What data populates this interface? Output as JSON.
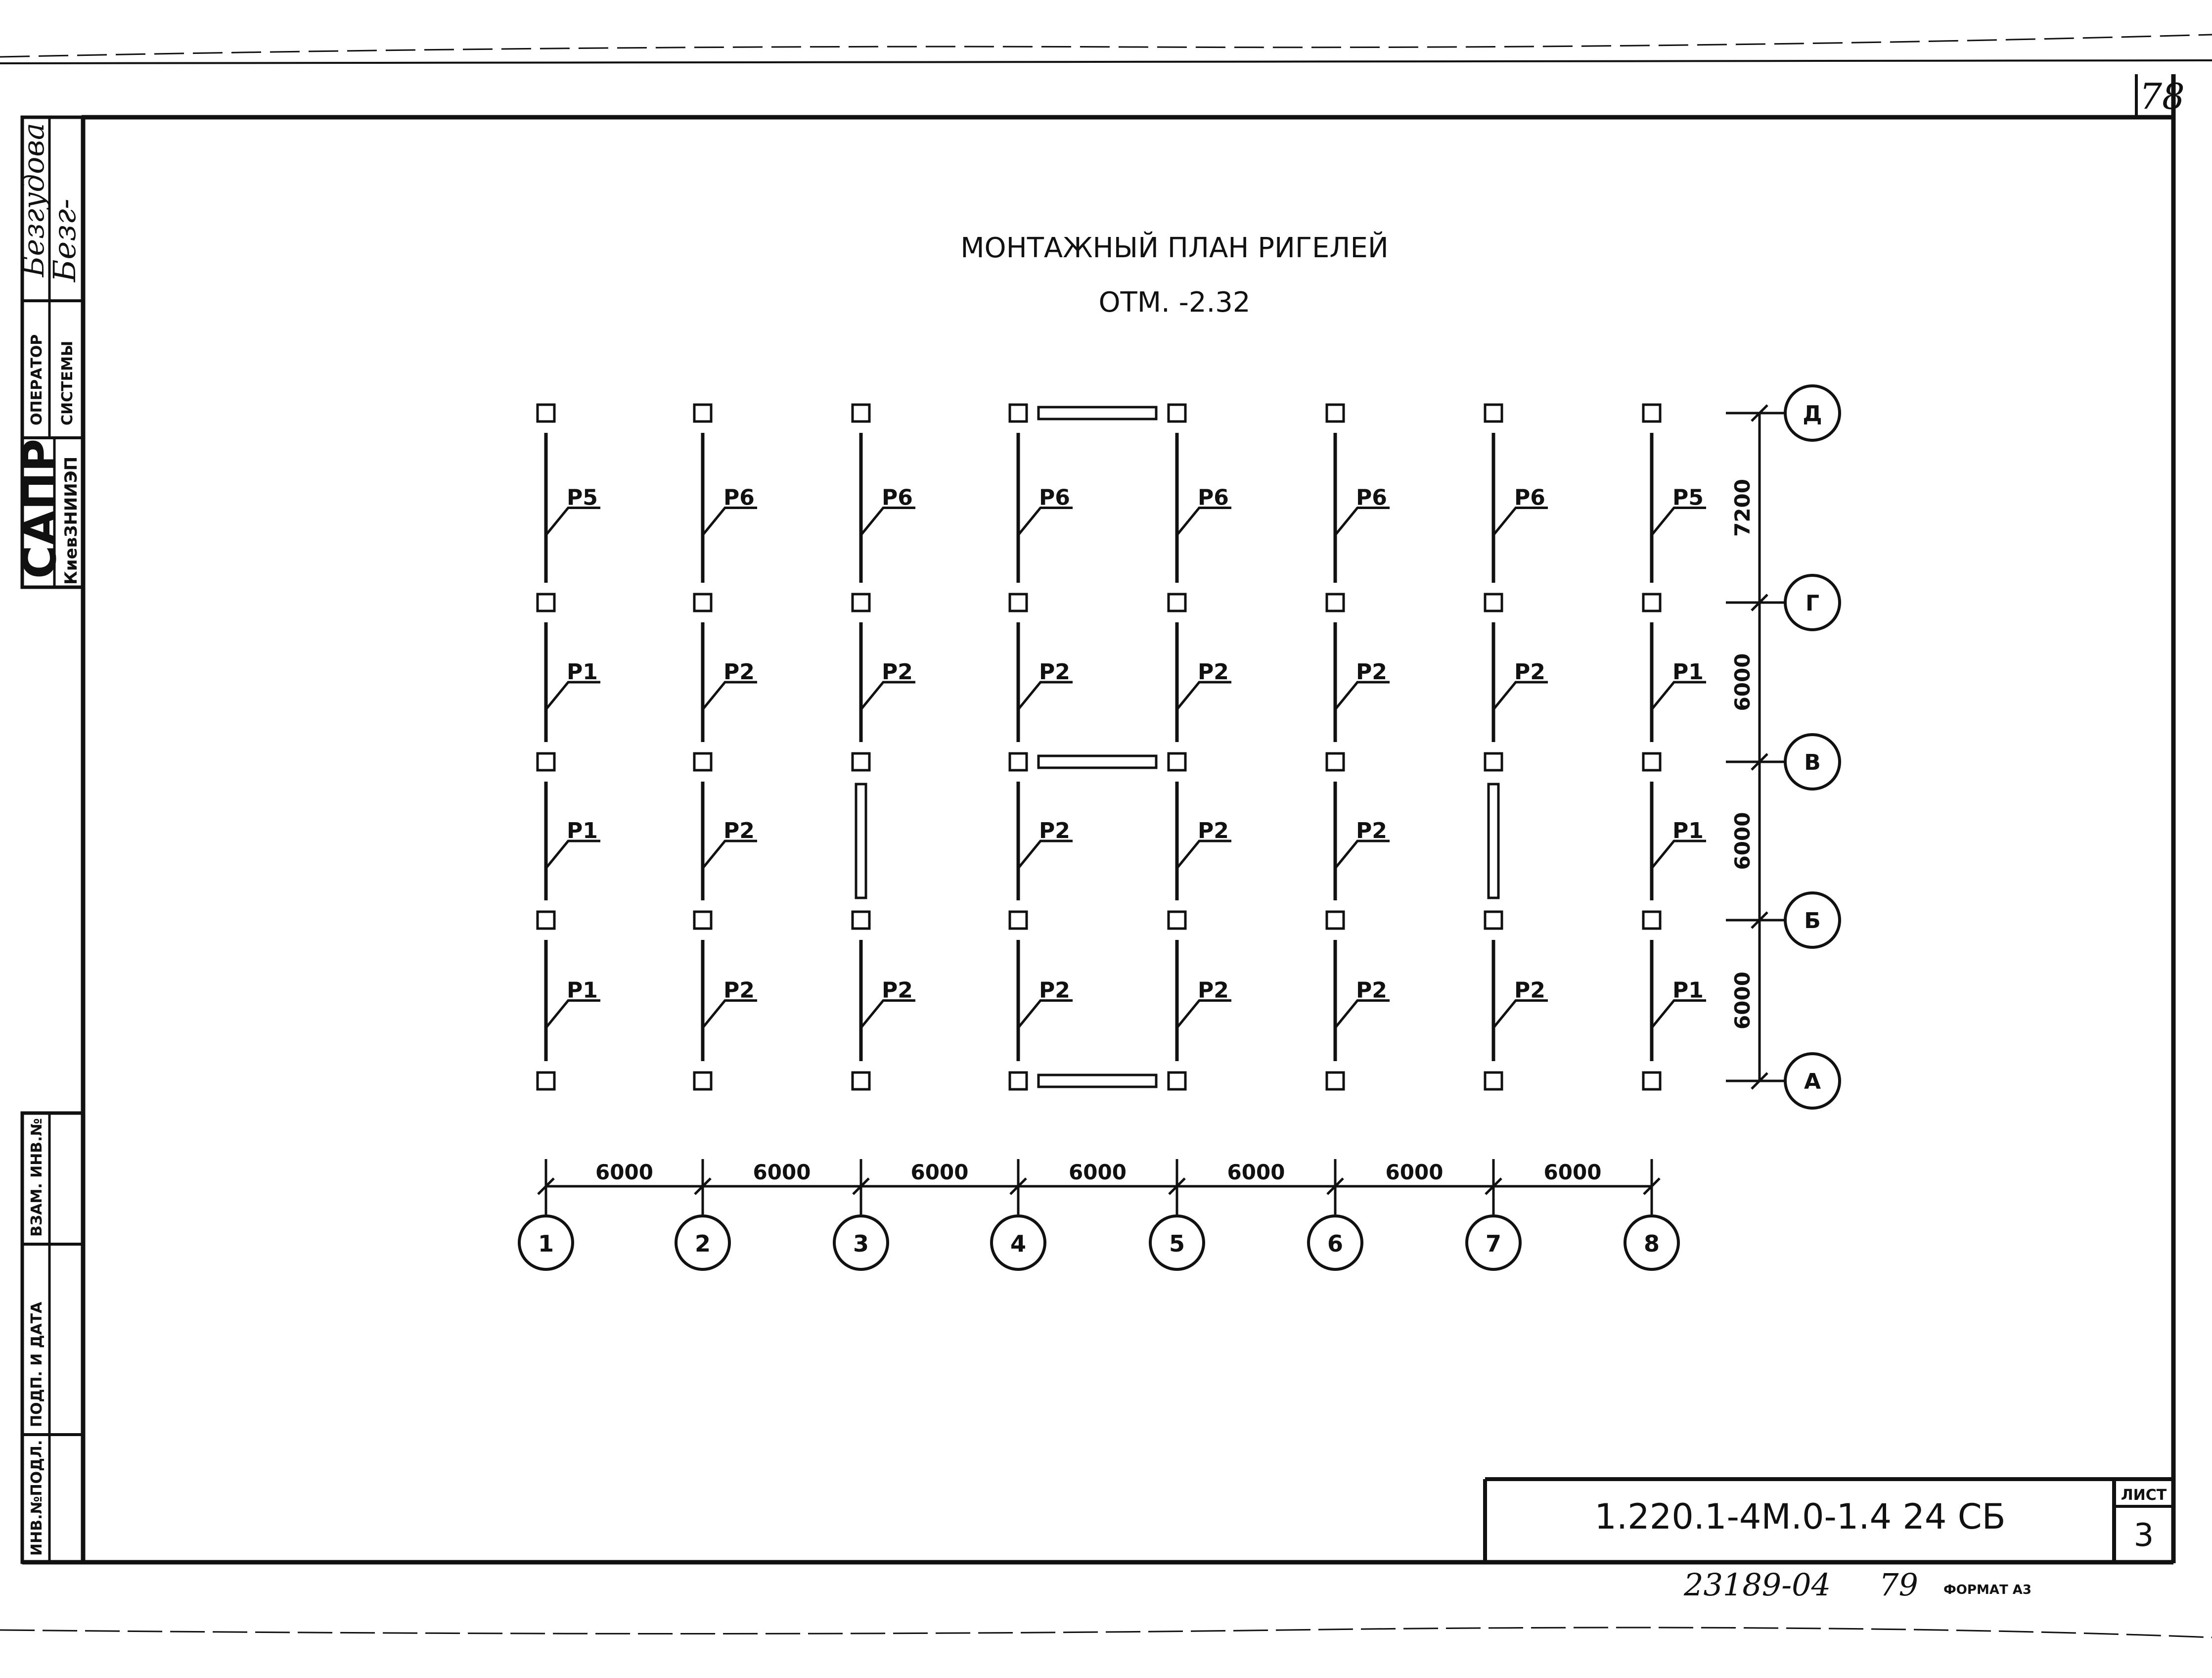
{
  "sheet_corner_number": "78",
  "title": "МОНТАЖНЫЙ ПЛАН РИГЕЛЕЙ",
  "elevation": "ОТМ. -2.32",
  "left_strip": {
    "surname": "Безгудова",
    "signature": "Безг-",
    "operator_line1": "ОПЕРАТОР",
    "operator_line2": "СИСТЕМЫ",
    "org_line1": "САПР",
    "org_line2": "КиевЗНИИЭП",
    "vzam_inv": "ВЗАМ. ИНВ.№",
    "podp_data": "ПОДП. И ДАТА",
    "inv_podl": "ИНВ.№ПОДЛ."
  },
  "columns": [
    "1",
    "2",
    "3",
    "4",
    "5",
    "6",
    "7",
    "8"
  ],
  "rows": [
    "А",
    "Б",
    "В",
    "Г",
    "Д"
  ],
  "column_spacings": [
    "6000",
    "6000",
    "6000",
    "6000",
    "6000",
    "6000",
    "6000"
  ],
  "row_spacings": [
    "6000",
    "6000",
    "6000",
    "7200"
  ],
  "beam_labels": {
    "bay_G_D": [
      "Р5",
      "Р6",
      "Р6",
      "Р6",
      "Р6",
      "Р6",
      "Р6",
      "Р5"
    ],
    "bay_V_G": [
      "Р1",
      "Р2",
      "Р2",
      "Р2",
      "Р2",
      "Р2",
      "Р2",
      "Р1"
    ],
    "bay_B_V": [
      "Р1",
      "Р2",
      "",
      "Р2",
      "Р2",
      "Р2",
      "",
      "Р1"
    ],
    "bay_A_B": [
      "Р1",
      "Р2",
      "Р2",
      "Р2",
      "Р2",
      "Р2",
      "Р2",
      "Р1"
    ]
  },
  "title_block": {
    "code": "1.220.1-4М.0-1.4  24 СБ",
    "sheet_label": "ЛИСТ",
    "sheet_number": "3"
  },
  "bottom": {
    "archive_number": "23189-04",
    "page": "79",
    "format": "ФОРМАТ А3"
  }
}
